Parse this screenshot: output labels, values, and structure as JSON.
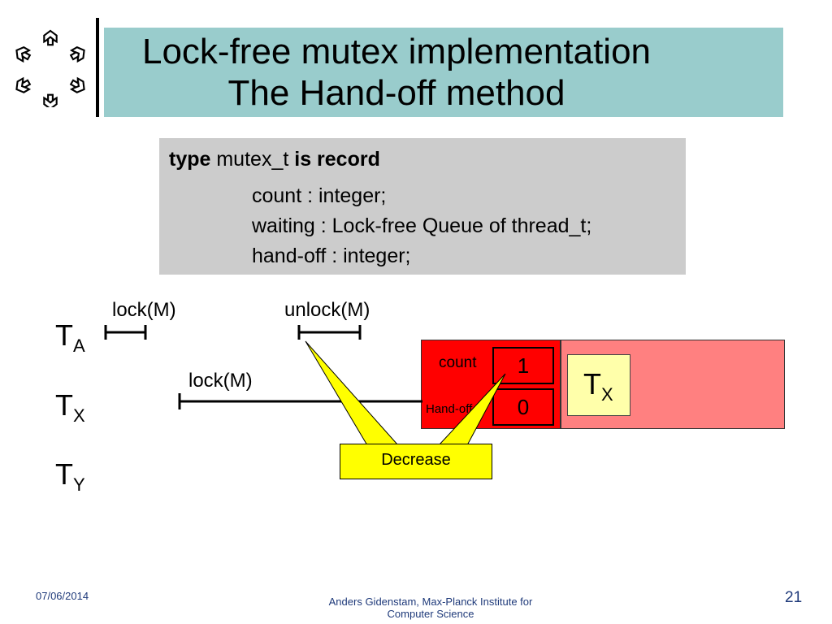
{
  "title": {
    "line1": "Lock-free mutex implementation",
    "line2": "The Hand-off method"
  },
  "code": {
    "line1_kw1": "type",
    "line1_name": "mutex_t",
    "line1_kw2": "is record",
    "field1": "count : integer;",
    "field2": "waiting : Lock-free Queue of thread_t;",
    "field3": "hand-off : integer;"
  },
  "threads": [
    {
      "main": "T",
      "sub": "A"
    },
    {
      "main": "T",
      "sub": "X"
    },
    {
      "main": "T",
      "sub": "Y"
    }
  ],
  "ops": {
    "ta_lock": "lock(M)",
    "ta_unlock": "unlock(M)",
    "tx_lock": "lock(M)"
  },
  "mutex": {
    "count_label": "count",
    "count_value": "1",
    "handoff_label": "Hand-off",
    "handoff_value": "0",
    "queue_thread_main": "T",
    "queue_thread_sub": "X"
  },
  "callout": "Decrease",
  "footer": {
    "date": "07/06/2014",
    "author_line1": "Anders Gidenstam, Max-Planck Institute for",
    "author_line2": "Computer Science",
    "page": "21"
  },
  "colors": {
    "title_bar": "#99cccc",
    "code_box": "#cccccc",
    "mutex_fields": "#ff0000",
    "mutex_queue": "#ff8080",
    "queue_item": "#ffffaa",
    "callout": "#ffff00"
  }
}
